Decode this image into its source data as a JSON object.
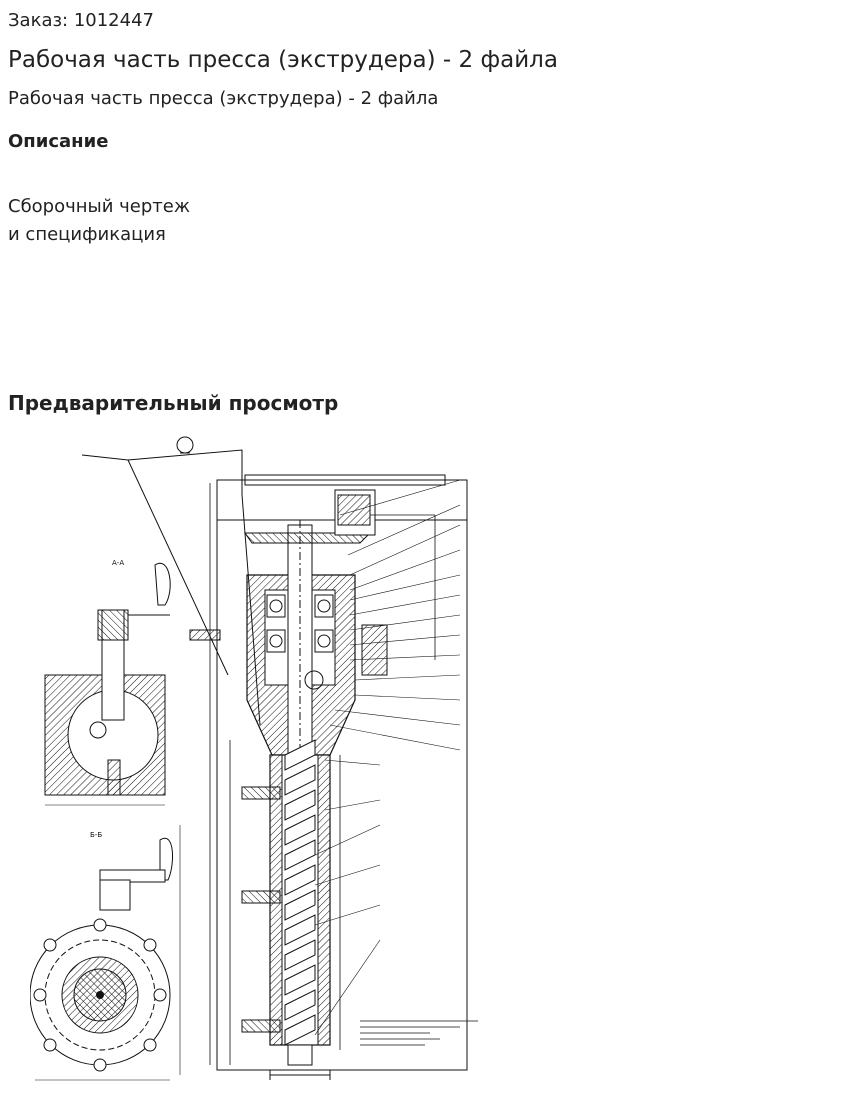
{
  "order": "Заказ: 1012447",
  "title": "Рабочая часть пресса (экструдера) - 2 файла",
  "subtitle": "Рабочая часть пресса (экструдера) - 2 файла",
  "description": {
    "heading": "Описание",
    "lines": [
      "Сборочный чертеж",
      "и спецификация"
    ]
  },
  "preview": {
    "heading": "Предварительный просмотр"
  },
  "drawing": {
    "labels": {
      "section_aa": "А-А",
      "section_bb": "Б-Б"
    }
  }
}
